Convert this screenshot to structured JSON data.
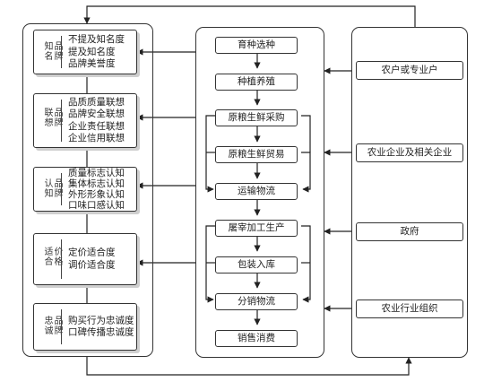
{
  "brand_dimensions": [
    {
      "name": "品牌知名",
      "items": [
        "不提及知名度",
        "提及知名度",
        "品牌美誉度"
      ]
    },
    {
      "name": "品牌联想",
      "items": [
        "品质质量联想",
        "品牌安全联想",
        "企业责任联想",
        "企业信用联想"
      ]
    },
    {
      "name": "品牌认知",
      "items": [
        "质量标志认知",
        "集体标志认知",
        "外形形象认知",
        "口味口感认知"
      ]
    },
    {
      "name": "价格适合",
      "items": [
        "定价适合度",
        "调价适合度"
      ]
    },
    {
      "name": "品牌忠诚",
      "items": [
        "购买行为忠诚度",
        "口碑传播忠诚度"
      ]
    }
  ],
  "supply_chain_steps": [
    "育种选种",
    "种植养殖",
    "原粮生鲜采购",
    "原粮生鲜贸易",
    "运输物流",
    "屠宰加工生产",
    "包装入库",
    "分销物流",
    "销售消费"
  ],
  "actors": [
    "农户或专业户",
    "农业企业及相关企业",
    "政府",
    "农业行业组织"
  ]
}
